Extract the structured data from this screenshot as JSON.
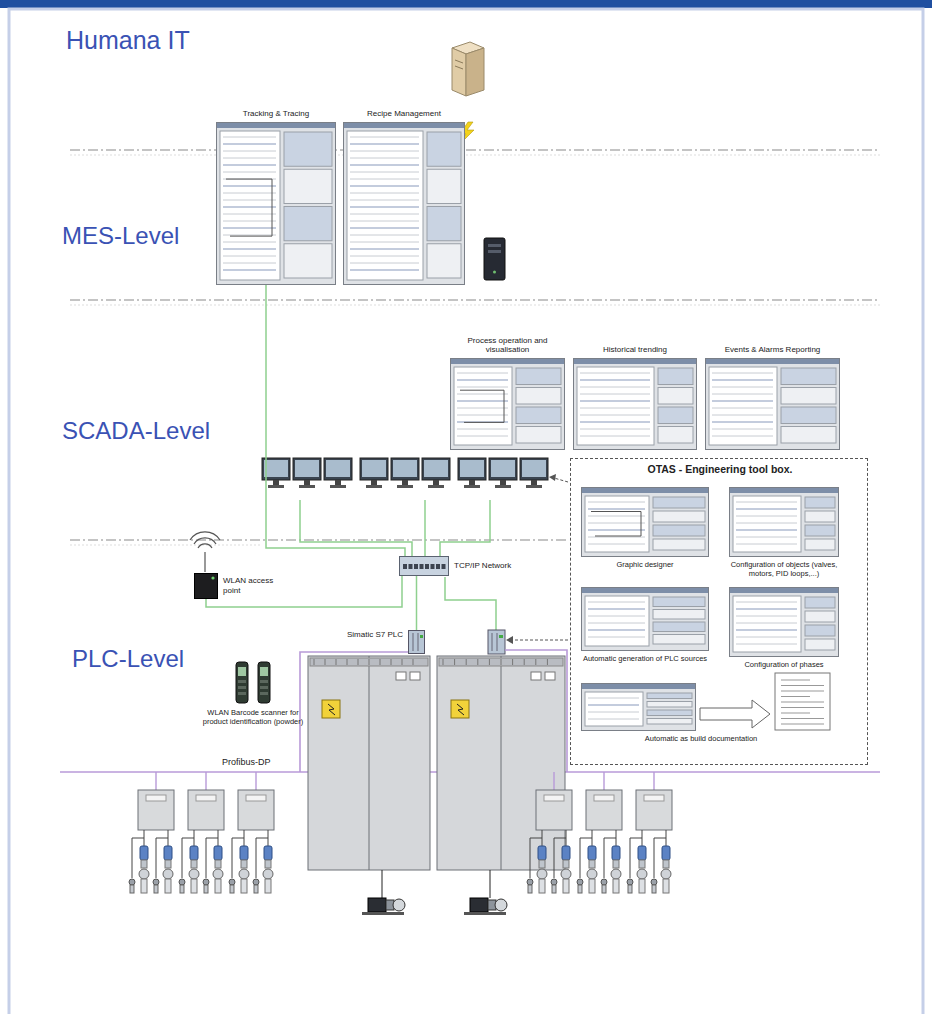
{
  "diagram": {
    "nodes": [
      {
        "text": [
          "Tracking & Tracing"
        ]
      },
      {
        "text": [
          "Recipe Management"
        ]
      },
      {
        "text": [
          "Process operation and visualisation"
        ]
      },
      {
        "text": [
          "Historical trending"
        ]
      },
      {
        "text": [
          "Events & Alarms Reporting"
        ]
      },
      {
        "text": [
          "OTAS - Engineering tool box."
        ]
      },
      {
        "text": [
          "Graphic designer"
        ],
        "in": 5
      },
      {
        "text": [
          "Configuration of objects (valves, motors, PID loops,...)"
        ],
        "in": 5
      },
      {
        "text": [
          "Automatic generation of PLC sources"
        ],
        "in": 5
      },
      {
        "text": [
          "Configuration of phases"
        ],
        "in": 5
      },
      {
        "text": [
          "Automatic as build documentation"
        ],
        "in": 5
      },
      {
        "text": [
          "TCP/IP Network"
        ]
      },
      {
        "text": [
          "WLAN access point"
        ]
      },
      {
        "text": [
          "Simatic S7 PLC"
        ]
      },
      {
        "text": [
          "WLAN Barcode scanner for product identification (powder)"
        ]
      }
    ],
    "edges": [
      {
        "from": 0,
        "to": 11,
        "arrow": "none"
      },
      {
        "from": 12,
        "to": 11,
        "arrow": "none"
      },
      {
        "from": 13,
        "to": 11,
        "arrow": "none"
      }
    ],
    "labels": [
      "Humana IT",
      "MES-Level",
      "SCADA-Level",
      "PLC-Level",
      "Profibus-DP"
    ]
  }
}
